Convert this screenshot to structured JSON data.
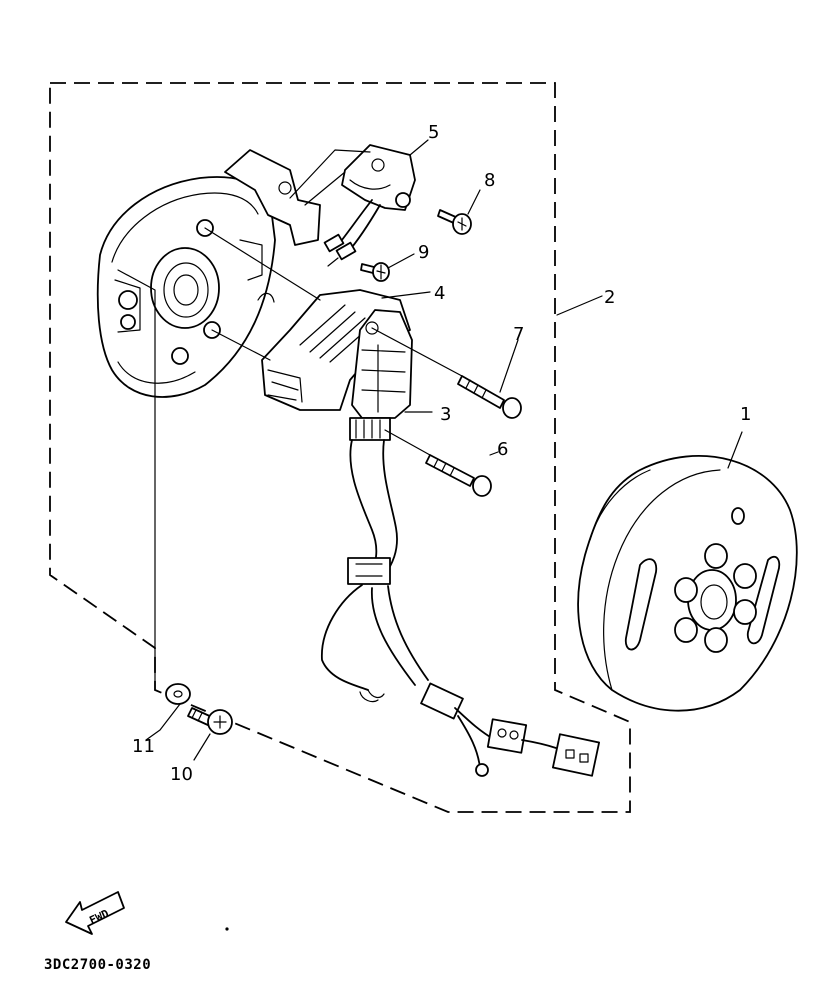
{
  "diagram": {
    "drawing_code": "3DC2700-0320",
    "direction_label": "FWD",
    "callouts": [
      {
        "id": "c1",
        "label": "1"
      },
      {
        "id": "c2",
        "label": "2"
      },
      {
        "id": "c3",
        "label": "3"
      },
      {
        "id": "c4",
        "label": "4"
      },
      {
        "id": "c5",
        "label": "5"
      },
      {
        "id": "c6",
        "label": "6"
      },
      {
        "id": "c7",
        "label": "7"
      },
      {
        "id": "c8",
        "label": "8"
      },
      {
        "id": "c9",
        "label": "9"
      },
      {
        "id": "c10",
        "label": "10"
      },
      {
        "id": "c11",
        "label": "11"
      }
    ]
  }
}
